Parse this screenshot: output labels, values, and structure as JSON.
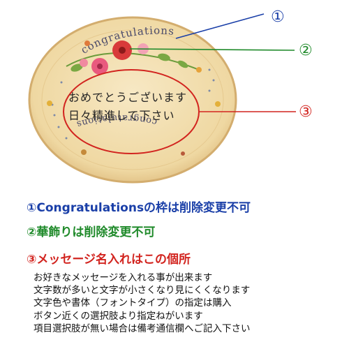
{
  "cookie": {
    "frame_text_top": "congratulations",
    "frame_text_bottom": "congratulations",
    "message_line1": "おめでとうございます",
    "message_line2": "日々精進して下さい"
  },
  "callouts": [
    {
      "label": "①",
      "color": "#1a3fa8"
    },
    {
      "label": "②",
      "color": "#1f8a2a"
    },
    {
      "label": "③",
      "color": "#d2241f"
    }
  ],
  "rules": [
    {
      "text": "①Congratulationsの枠は削除変更不可",
      "color": "#1a3fa8"
    },
    {
      "text": "②華飾りは削除変更不可",
      "color": "#1f8a2a"
    },
    {
      "text": "③メッセージ名入れはこの個所",
      "color": "#d2241f"
    }
  ],
  "description": [
    "お好きなメッセージを入れる事が出来ます",
    "文字数が多いと文字が小さくなり見にくくなります",
    "文字色や書体（フォントタイプ）の指定は購入",
    "ボタン近くの選択肢より指定ねがいます",
    "項目選択肢が無い場合は備考通信欄へご記入下さい"
  ],
  "colors": {
    "cookie_base": "#f3dfae",
    "cookie_edge": "#d9b779",
    "frame_text": "#4a4a6a"
  }
}
